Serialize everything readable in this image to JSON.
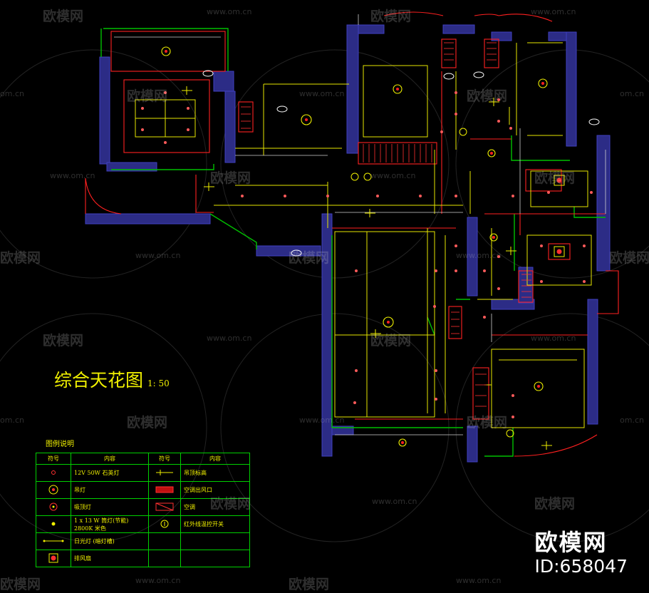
{
  "drawing": {
    "title": "综合天花图",
    "scale": "1: 50",
    "legend_title": "图例说明"
  },
  "legend": {
    "headers": [
      "符号",
      "内容",
      "符号",
      "内容"
    ],
    "rows": [
      {
        "left": "12V 50W 石英灯",
        "right": "吊顶标高"
      },
      {
        "left": "吊灯",
        "right": "空调出风口"
      },
      {
        "left": "吸顶灯",
        "right": "空调"
      },
      {
        "left": "1 x 13 W 筒灯(节能)\n2800K 米色",
        "right": "红外线温控开关"
      },
      {
        "left": "日光灯 (暗灯槽)",
        "right": ""
      },
      {
        "left": "排风扇",
        "right": ""
      }
    ]
  },
  "watermark": {
    "brand": "欧模网",
    "url": "www.om.cn",
    "url_short": "om.cn",
    "id": "ID:658047"
  },
  "colors": {
    "wall": "#2c2c86",
    "wall_edge": "#3a3ab0",
    "green": "#00c000",
    "red": "#ff2020",
    "yellow": "#f0f000",
    "white": "#e8e8e8"
  }
}
